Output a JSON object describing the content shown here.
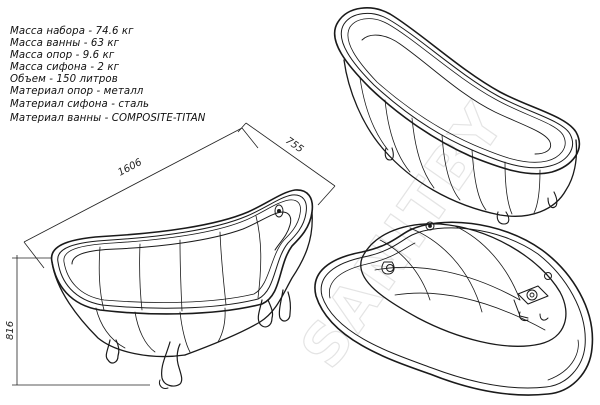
{
  "specs": {
    "lines": [
      "Масса набора - 74.6 кг",
      "Масса ванны - 63 кг",
      "Масса опор - 9.6 кг",
      "Масса сифона - 2 кг",
      "Объем - 150 литров",
      "Материал опор - металл",
      "Материал сифона - сталь",
      "Материал ванны - COMPOSITE-TITAN"
    ]
  },
  "dimensions": {
    "length": "1606",
    "width": "755",
    "height": "816"
  },
  "watermark": "SANITBY"
}
